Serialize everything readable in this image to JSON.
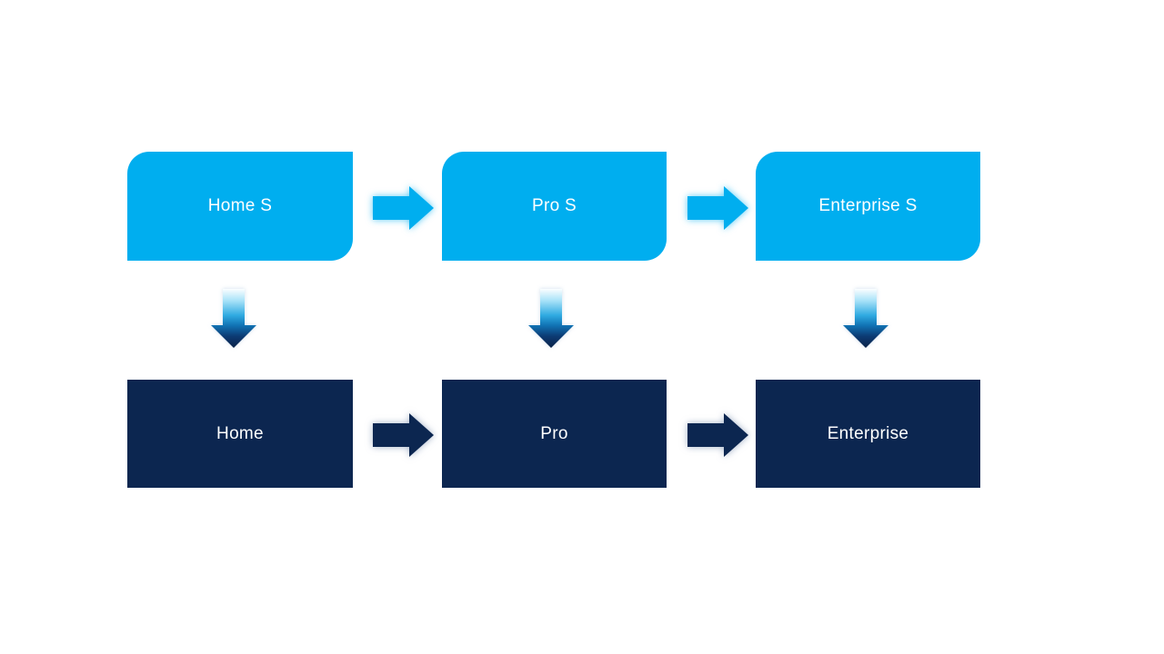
{
  "colors": {
    "background": "#FFFFFF",
    "accent_light_blue": "#00AEEF",
    "accent_dark_navy": "#0C2650",
    "label_text": "#FFFFFF",
    "down_arrow_gradient": [
      "#FBFEFF",
      "#A8E2F8",
      "#2FAAE1",
      "#1173B4",
      "#0C3B74",
      "#0A2248"
    ]
  },
  "nodes": {
    "top_row": [
      {
        "id": "home-s",
        "label": "Home S"
      },
      {
        "id": "pro-s",
        "label": "Pro S"
      },
      {
        "id": "enterprise-s",
        "label": "Enterprise S"
      }
    ],
    "bottom_row": [
      {
        "id": "home",
        "label": "Home"
      },
      {
        "id": "pro",
        "label": "Pro"
      },
      {
        "id": "enterprise",
        "label": "Enterprise"
      }
    ]
  },
  "icons": {
    "right_arrow": "right-arrow-icon",
    "down_arrow": "down-arrow-icon"
  }
}
